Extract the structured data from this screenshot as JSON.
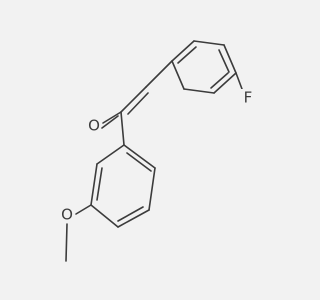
{
  "atoms": {
    "fluorine": "F",
    "carbonyl_oxygen": "O",
    "ether_oxygen": "O"
  },
  "colors": {
    "background": "#f2f2f2",
    "bond": "#3c3c3c",
    "label": "#3c3c3c"
  }
}
